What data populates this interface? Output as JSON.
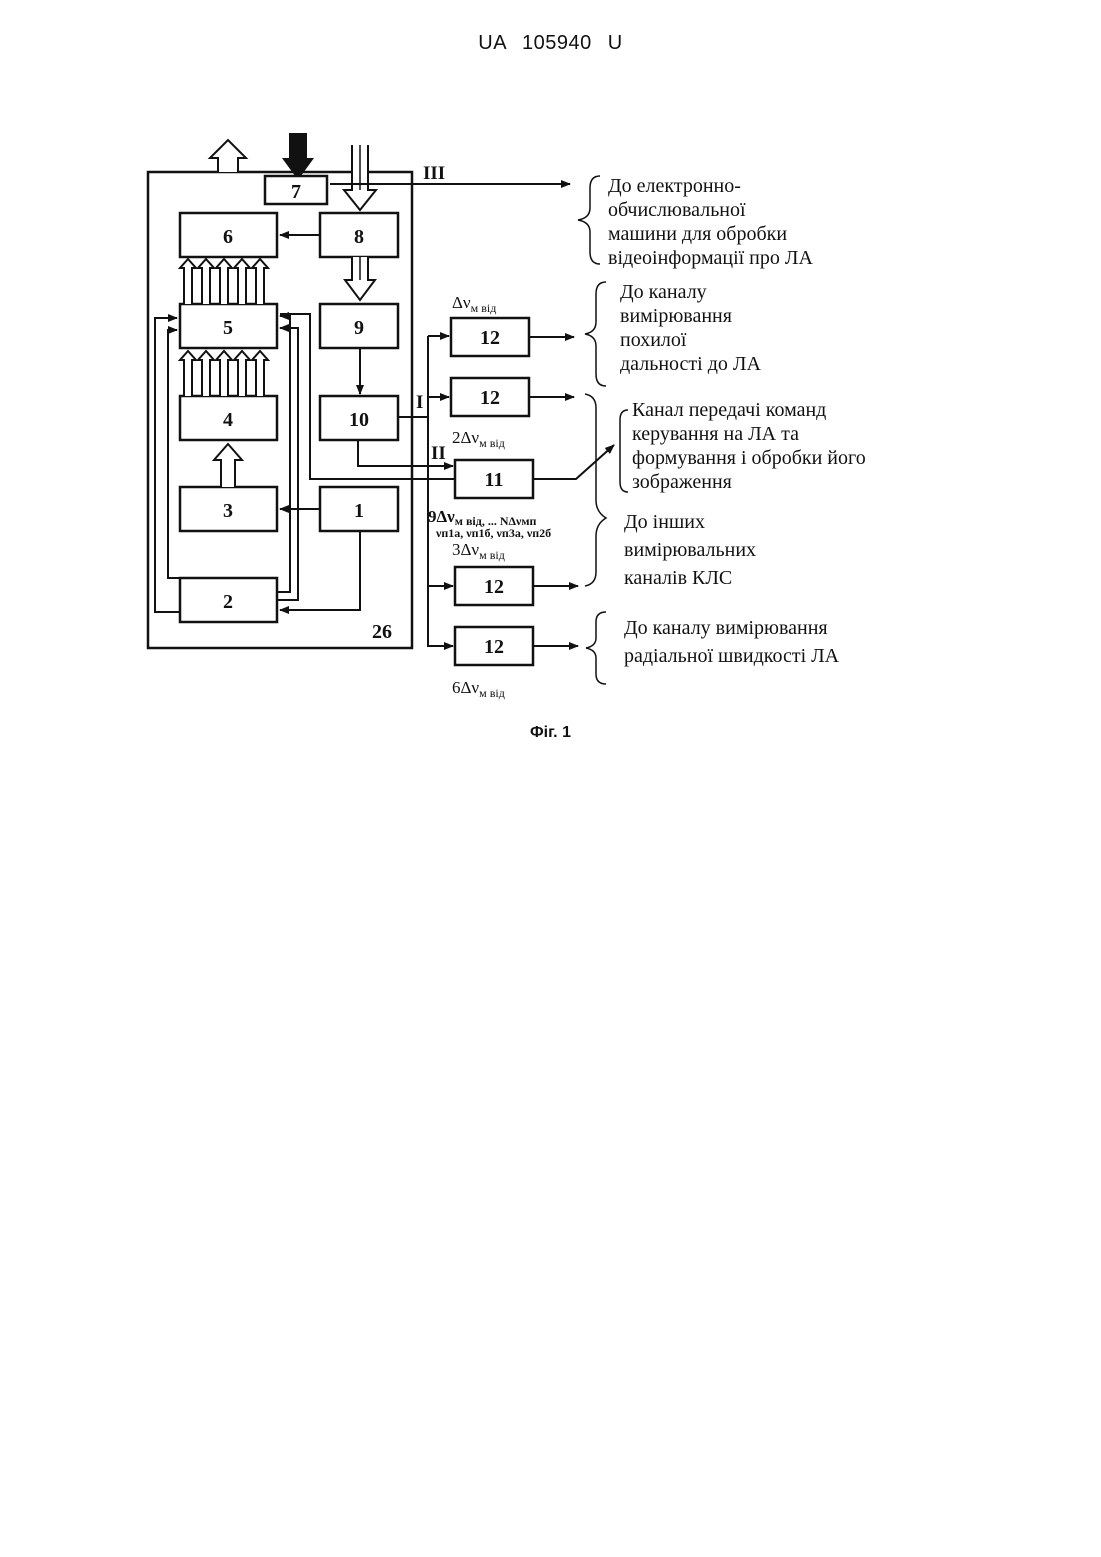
{
  "header": "UA 105940 U",
  "caption": "Фіг. 1",
  "blocks": {
    "b1": "1",
    "b2": "2",
    "b3": "3",
    "b4": "4",
    "b5": "5",
    "b6": "6",
    "b7": "7",
    "b8": "8",
    "b9": "9",
    "b10": "10",
    "b11": "11",
    "b12a": "12",
    "b12b": "12",
    "b12c": "12",
    "b12d": "12",
    "enclosure": "26"
  },
  "roman": {
    "r1": "I",
    "r2": "II",
    "r3": "III"
  },
  "freq": {
    "f1_main": "Δν",
    "f1_sub": "м від",
    "f2_main": "2Δν",
    "f2_sub": "м від",
    "f9_main": "9Δν",
    "f9_sub": "м від, ... NΔν",
    "f9_sub2": "мп",
    "fv_line": "νп1а, νп1б, νп3а, νп2б",
    "f3_main": "3Δν",
    "f3_sub": "м від",
    "f6_main": "6Δν",
    "f6_sub": "м від"
  },
  "notes": {
    "ecm": [
      "До електронно-",
      "обчислювальної",
      "машини для обробки",
      "відеоінформації про ЛА"
    ],
    "range": [
      "До каналу",
      "вимірювання",
      "похилої",
      "дальності до ЛА"
    ],
    "command": [
      "Канал передачі команд",
      "керування на ЛА та",
      "формування і обробки його",
      "зображення"
    ],
    "other": [
      "До інших",
      "вимірювальних",
      "каналів КЛС"
    ],
    "speed": [
      "До каналу вимірювання",
      "радіальної швидкості ЛА"
    ]
  }
}
